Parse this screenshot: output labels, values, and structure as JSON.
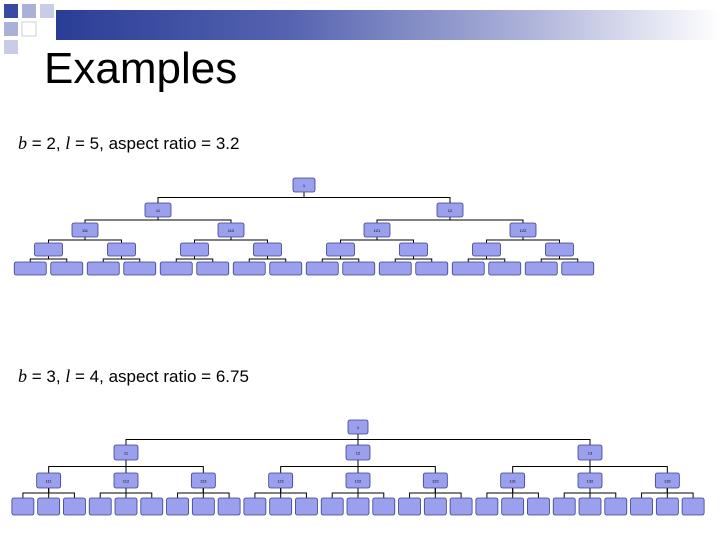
{
  "slide": {
    "title": "Examples",
    "example1": {
      "b_sym": "b",
      "b_val": " = 2, ",
      "l_sym": "l",
      "l_val": " = 5, aspect ratio = 3.2"
    },
    "example2": {
      "b_sym": "b",
      "b_val": " = 3, ",
      "l_sym": "l",
      "l_val": " = 4, aspect ratio = 6.75"
    }
  },
  "colors": {
    "node_fill": "#9aa0ee",
    "node_stroke": "#3a3f8a",
    "edge": "#000000",
    "band_dark": "#2a3d96"
  },
  "diagrams": [
    {
      "name": "tree-b2-l5",
      "branching": 2,
      "levels": 5,
      "labels": [
        "1",
        "11",
        "12",
        "111",
        "112",
        "121",
        "122"
      ]
    },
    {
      "name": "tree-b3-l4",
      "branching": 3,
      "levels": 4,
      "labels": [
        "1",
        "11",
        "12",
        "13",
        "111",
        "112",
        "113",
        "121",
        "122",
        "123",
        "131",
        "132",
        "133"
      ]
    }
  ]
}
